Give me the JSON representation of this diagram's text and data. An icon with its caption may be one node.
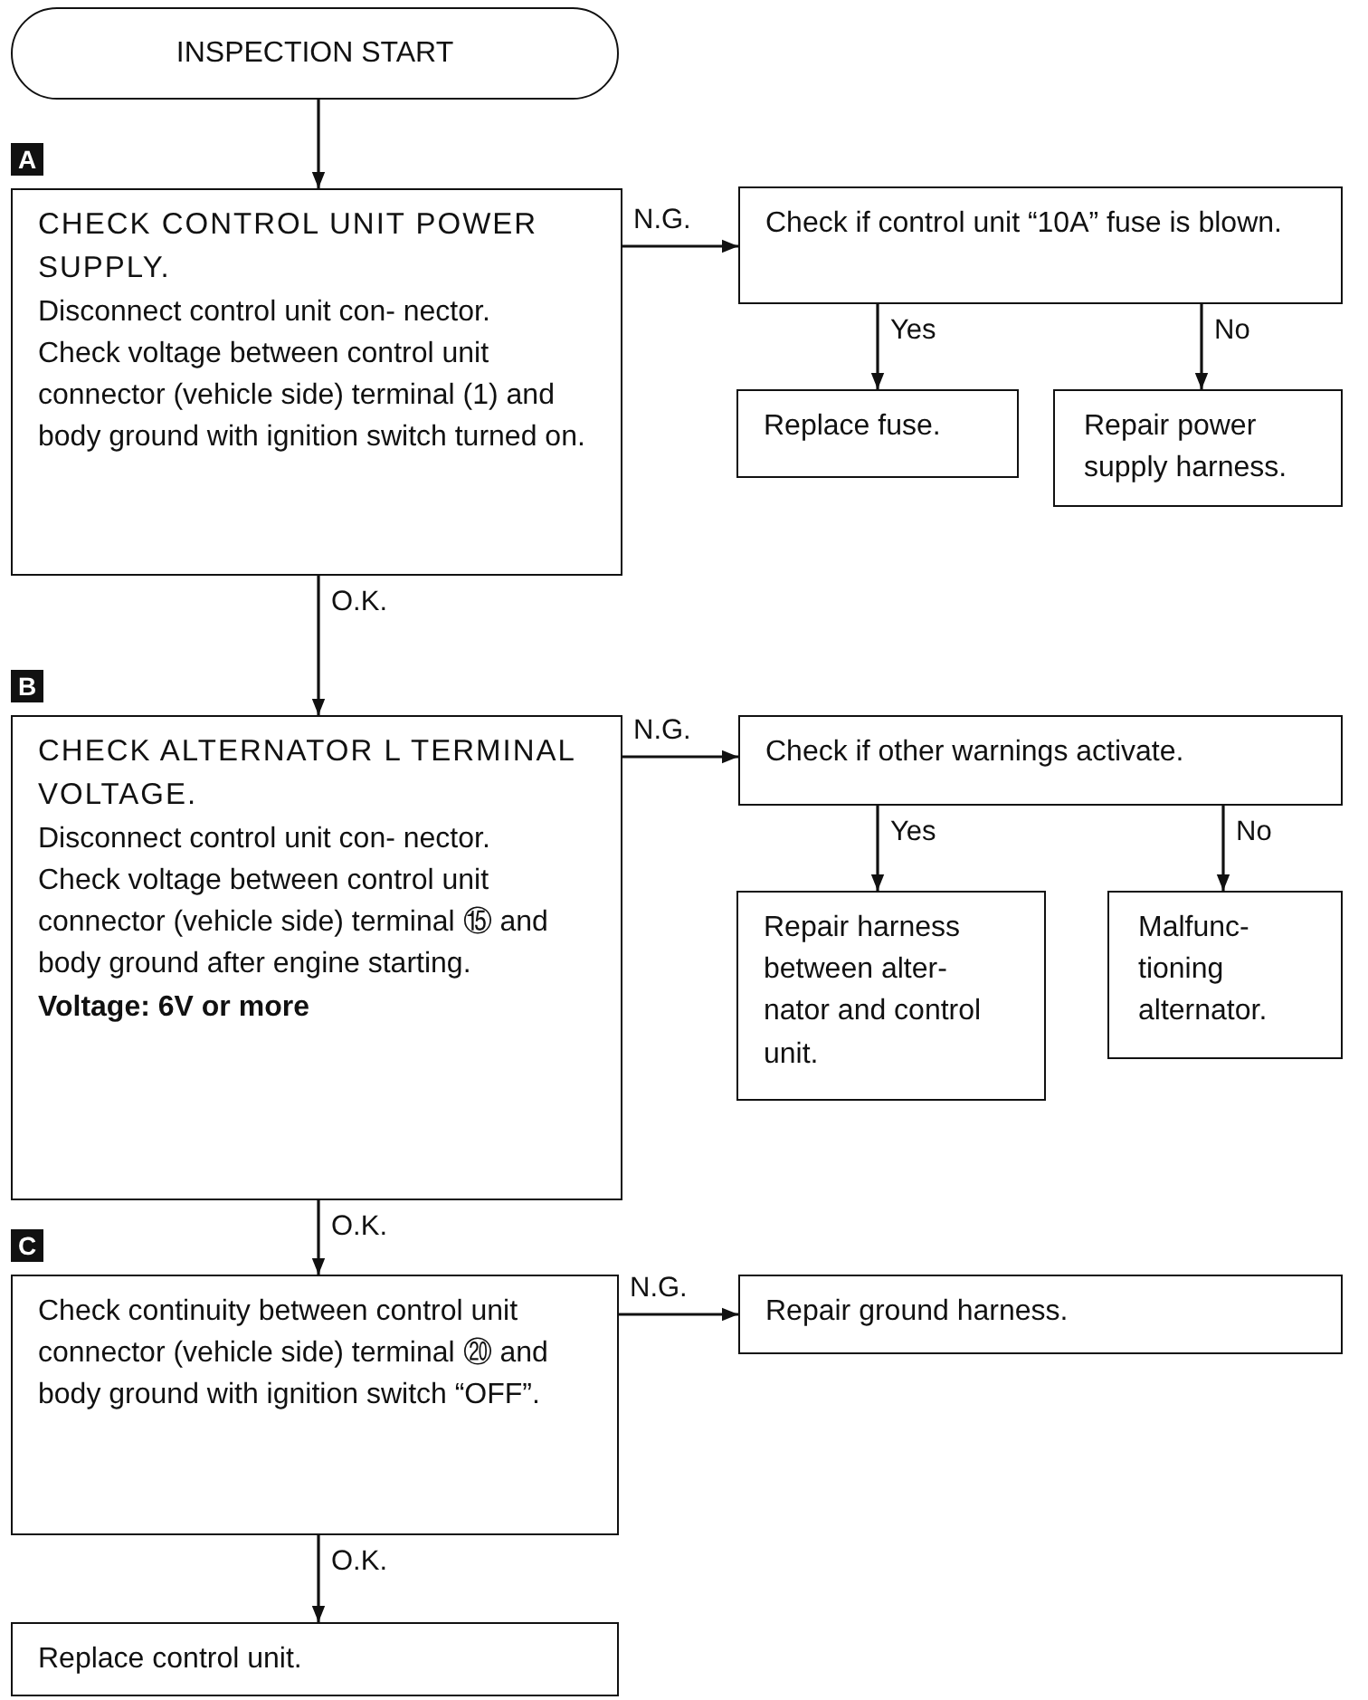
{
  "diagram": {
    "nodes": [
      {
        "text": [
          "INSPECTION START"
        ]
      },
      {
        "text": [
          "CHECK CONTROL UNIT POWER SUPPLY.",
          "Disconnect control unit con- nector.",
          "Check voltage between control unit connector (vehicle side) terminal (1) and body ground with ignition switch turned on."
        ],
        "beside": [
          "A"
        ]
      },
      {
        "text": [
          "Check if control unit “10A” fuse is blown."
        ]
      },
      {
        "text": [
          "Replace fuse."
        ]
      },
      {
        "text": [
          "Repair power supply harness."
        ]
      },
      {
        "text": [
          "CHECK ALTERNATOR L TERMINAL VOLTAGE.",
          "Disconnect control unit con- nector.",
          "Check voltage between control unit connector (vehicle side) terminal ⑮ and body ground after engine starting.",
          "Voltage: 6V or more"
        ],
        "beside": [
          "B"
        ]
      },
      {
        "text": [
          "Check if other warnings activate."
        ]
      },
      {
        "text": [
          "Repair harness between alter- nator and control unit."
        ]
      },
      {
        "text": [
          "Malfunc- tioning alternator."
        ]
      },
      {
        "text": [
          "Check continuity between control unit connector (vehicle side) terminal ⑳ and body ground with ignition switch “OFF”."
        ],
        "beside": [
          "C"
        ]
      },
      {
        "text": [
          "Repair ground harness."
        ]
      },
      {
        "text": [
          "Replace control unit."
        ]
      }
    ],
    "edges": [
      {
        "from": 0,
        "to": 1,
        "arrow": "to"
      },
      {
        "from": 1,
        "to": 2,
        "arrow": "to",
        "label": "N.G."
      },
      {
        "from": 2,
        "to": 3,
        "arrow": "to",
        "label": "Yes"
      },
      {
        "from": 2,
        "to": 4,
        "arrow": "to",
        "label": "No"
      },
      {
        "from": 1,
        "to": 5,
        "arrow": "to",
        "label": "O.K."
      },
      {
        "from": 5,
        "to": 6,
        "arrow": "to",
        "label": "N.G."
      },
      {
        "from": 6,
        "to": 7,
        "arrow": "to",
        "label": "Yes"
      },
      {
        "from": 6,
        "to": 8,
        "arrow": "to",
        "label": "No"
      },
      {
        "from": 5,
        "to": 9,
        "arrow": "to",
        "label": "O.K."
      },
      {
        "from": 9,
        "to": 10,
        "arrow": "to",
        "label": "N.G."
      },
      {
        "from": 9,
        "to": 11,
        "arrow": "to",
        "label": "O.K."
      }
    ]
  }
}
